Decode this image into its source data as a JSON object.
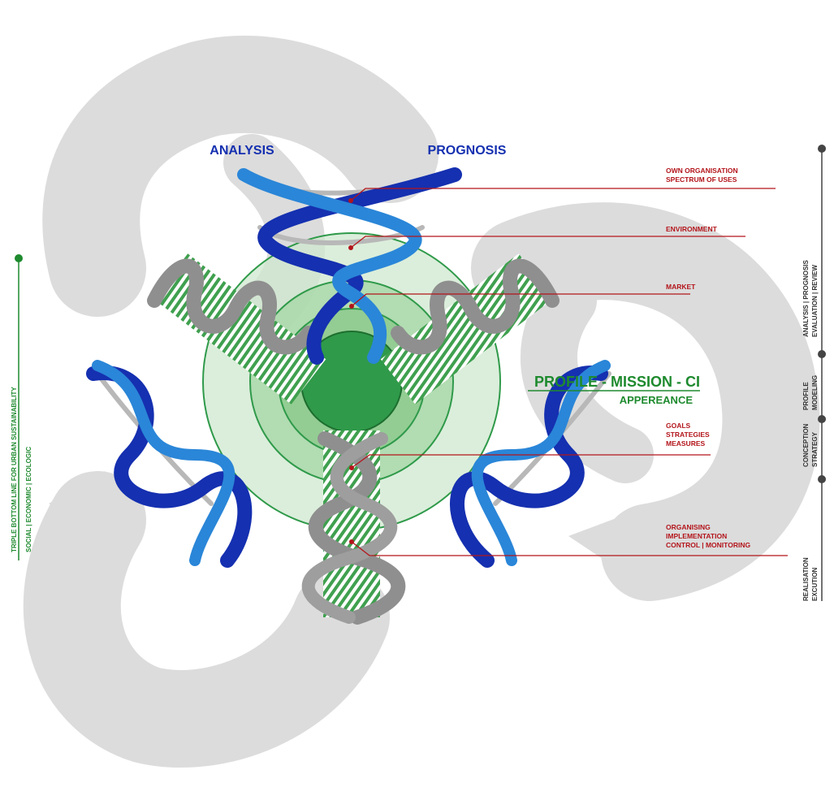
{
  "top_labels": {
    "left": "ANALYSIS",
    "right": "PROGNOSIS"
  },
  "center": {
    "title": "PROFILE - MISSION - CI",
    "subtitle": "APPEREANCE"
  },
  "annotations": [
    {
      "lines": [
        "OWN ORGANISATION",
        "SPECTRUM OF USES"
      ]
    },
    {
      "lines": [
        "ENVIRONMENT"
      ]
    },
    {
      "lines": [
        "MARKET"
      ]
    },
    {
      "lines": [
        "GOALS",
        "STRATEGIES",
        "MEASURES"
      ]
    },
    {
      "lines": [
        "ORGANISING",
        "IMPLEMENTATION",
        "CONTROL | MONITORING"
      ]
    }
  ],
  "left_axis": {
    "line1": "TRIPLE BOTTOM LINE FOR URBAN SUSTAINABILITY",
    "line2": "SOCIAL | ECONOMIC | ECOLOGIC"
  },
  "right_axis": {
    "phases": [
      {
        "line1": "ANALYSIS | PROGNOSIS",
        "line2": "EVALUATION | REVIEW"
      },
      {
        "line1": "PROFILE",
        "line2": "MODELING"
      },
      {
        "line1": "CONCEPTION",
        "line2": "STRATEGY"
      },
      {
        "line1": "REALISATION",
        "line2": "EXCUTION"
      }
    ]
  },
  "colors": {
    "annotation_red": "#b3151b",
    "dark_blue": "#1530b0",
    "light_blue": "#2a86d8",
    "green_dark": "#2f9a4a",
    "green_text": "#1e8a2e",
    "gray_helix": "#8f8f8f",
    "gray_swirl": "#dcdcdc"
  }
}
